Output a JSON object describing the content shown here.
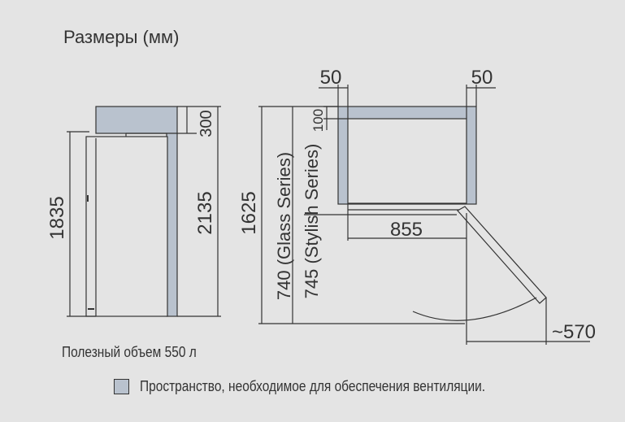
{
  "title": "Размеры (мм)",
  "volume_note": "Полезный объем 550 л",
  "legend": {
    "text": "Пространство, необходимое для обеспечения вентиляции.",
    "color": "#b9c2ce"
  },
  "dims": {
    "height_fridge": "1835",
    "clearance_top": "300",
    "height_total": "2135",
    "side_gap_left": "50",
    "side_gap_right": "50",
    "back_gap": "100",
    "depth_total": "1625",
    "depth_glass": "740 (Glass Series)",
    "depth_stylish": "745 (Stylish Series)",
    "width": "855",
    "door_swing": "~570"
  },
  "colors": {
    "line": "#333333",
    "vent": "#b9c2ce",
    "background": "#e4e4e4"
  }
}
